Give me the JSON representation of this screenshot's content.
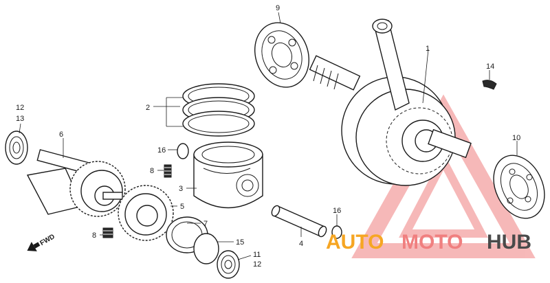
{
  "labels": {
    "crankshaft": "1",
    "piston_rings": "2",
    "piston": "3",
    "piston_pin": "4",
    "drive_gear": "5",
    "balancer_shaft": "6",
    "washer": "7",
    "spring_upper": "8",
    "spring_lower": "8",
    "bearing_top": "9",
    "bearing_right": "10",
    "circlip_bottom_11": "11",
    "bearing_bottom_12": "12",
    "bearing_left_12": "12",
    "bearing_left_13": "13",
    "woodruff_key": "14",
    "snap_ring": "15",
    "clip_upper": "16",
    "clip_lower": "16"
  },
  "direction": {
    "text": "FWD"
  },
  "watermark": {
    "part1": "AUTO",
    "part2": "MOTO",
    "part3": "HUB",
    "color_red": "#f07f7f",
    "color_orange": "#f6a623",
    "color_gray": "#4a4a4a"
  }
}
